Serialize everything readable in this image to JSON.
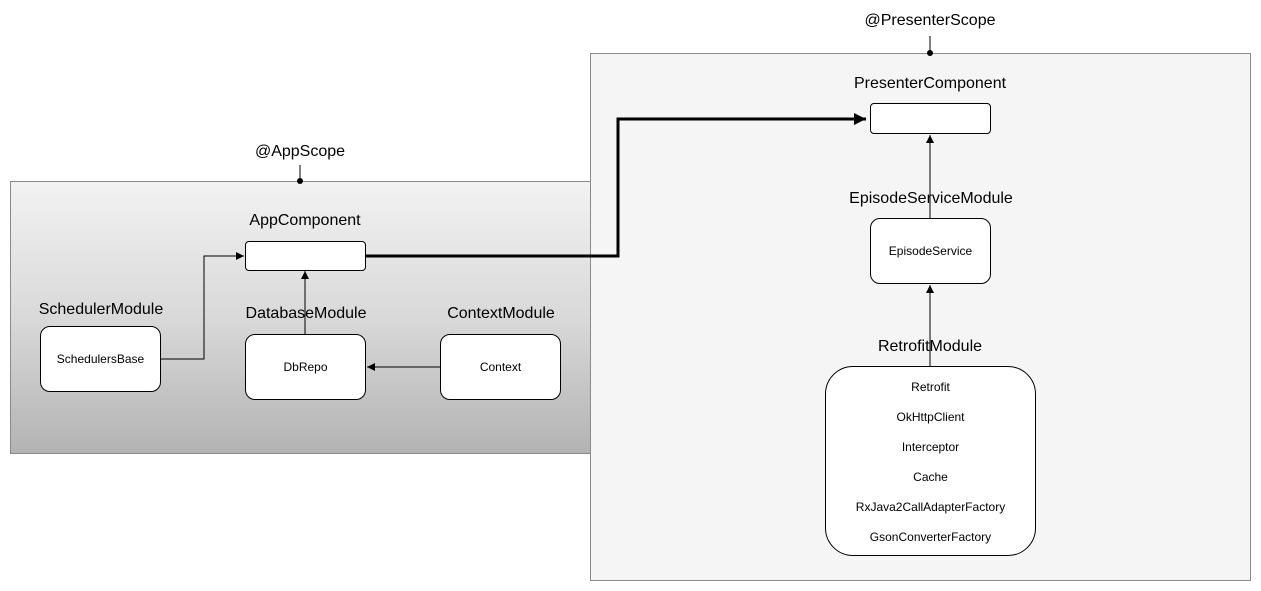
{
  "scopes": {
    "app": {
      "label": "@AppScope"
    },
    "presenter": {
      "label": "@PresenterScope"
    }
  },
  "components": {
    "app": {
      "label": "AppComponent"
    },
    "presenter": {
      "label": "PresenterComponent"
    }
  },
  "modules": {
    "scheduler": {
      "label": "SchedulerModule",
      "item": "SchedulersBase"
    },
    "database": {
      "label": "DatabaseModule",
      "item": "DbRepo"
    },
    "context": {
      "label": "ContextModule",
      "item": "Context"
    },
    "episode_service": {
      "label": "EpisodeServiceModule",
      "item": "EpisodeService"
    },
    "retrofit": {
      "label": "RetrofitModule",
      "items": [
        "Retrofit",
        "OkHttpClient",
        "Interceptor",
        "Cache",
        "RxJava2CallAdapterFactory",
        "GsonConverterFactory"
      ]
    }
  }
}
